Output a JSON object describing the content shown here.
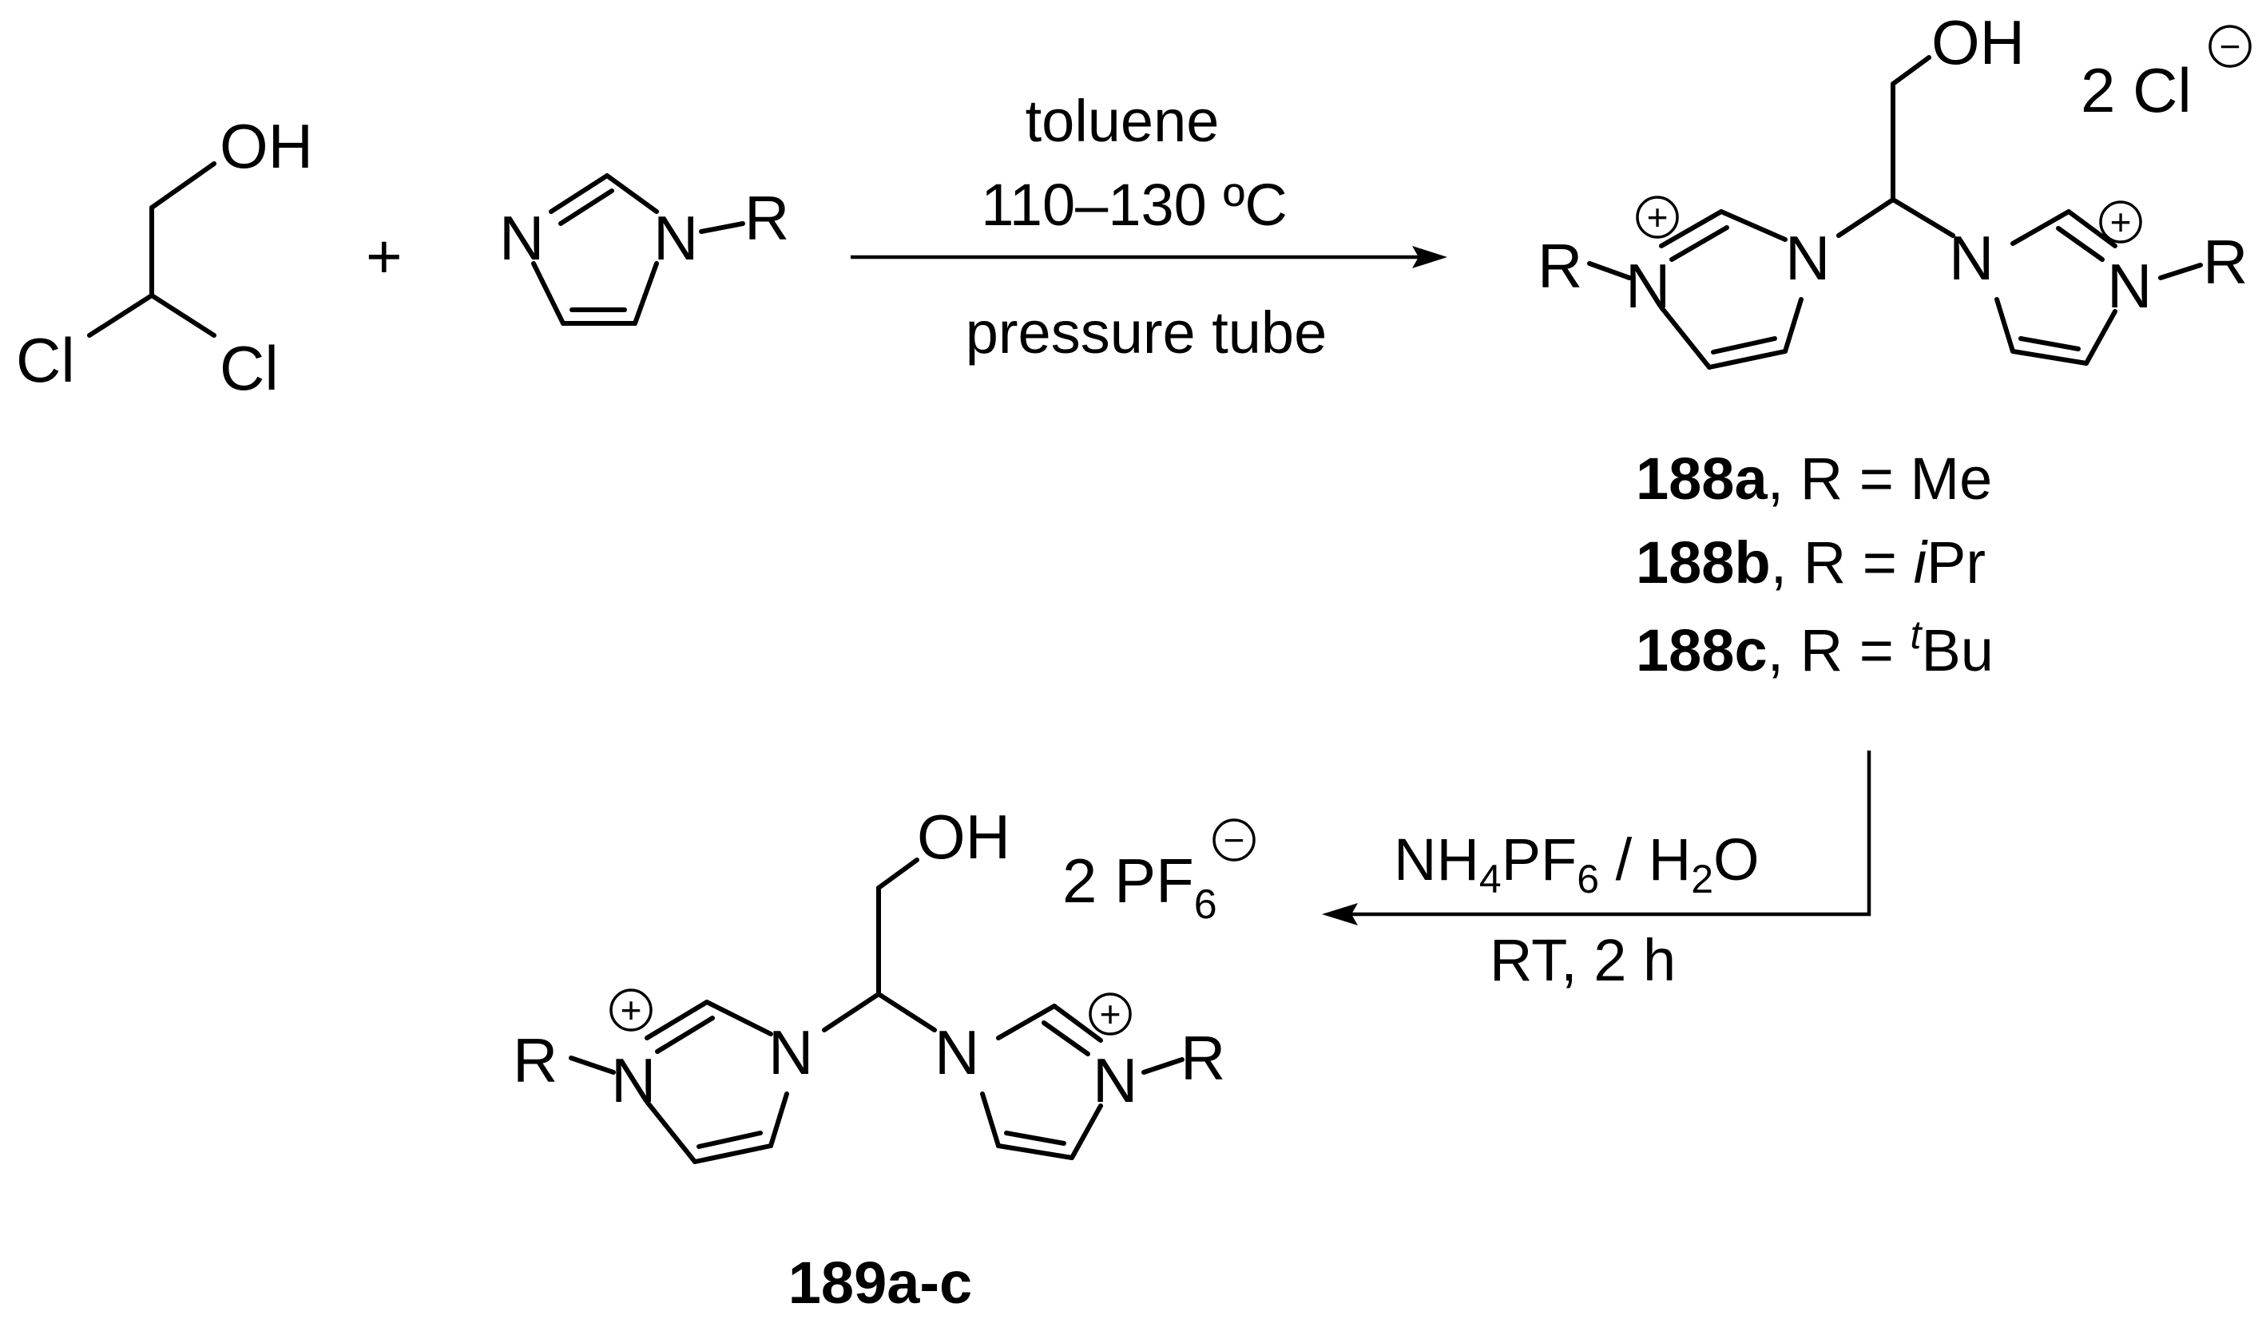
{
  "reactants": {
    "dichloroethanol": {
      "oh": "OH",
      "cl_left": "Cl",
      "cl_right": "Cl"
    },
    "plus": "+",
    "imidazole": {
      "n_left": "N",
      "n_right": "N",
      "r": "R"
    }
  },
  "step1": {
    "solvent": "toluene",
    "temperature": "110–130 ºC",
    "vessel": "pressure tube"
  },
  "product1": {
    "oh": "OH",
    "counterion_count": "2",
    "counterion": "Cl",
    "charge_symbol": "−",
    "r_left": "R",
    "r_right": "R",
    "n1": "N",
    "n2": "N",
    "n3": "N",
    "n4": "N",
    "labels": [
      {
        "id": "188a",
        "eq": ", R = ",
        "pre": "",
        "sup": "",
        "italic": "",
        "rest": "Me"
      },
      {
        "id": "188b",
        "eq": ", R = ",
        "pre": "",
        "sup": "",
        "italic": "i",
        "rest": "Pr"
      },
      {
        "id": "188c",
        "eq": ", R = ",
        "pre": "",
        "sup": "t",
        "italic": "",
        "rest": "Bu"
      }
    ]
  },
  "step2": {
    "reagent_nh": "NH",
    "reagent_sub1": "4",
    "reagent_pf": "PF",
    "reagent_sub2": "6",
    "reagent_sep": " / H",
    "reagent_sub3": "2",
    "reagent_o": "O",
    "conditions": "RT, 2 h"
  },
  "product2": {
    "oh": "OH",
    "counterion_count": "2",
    "counterion": "PF",
    "counterion_sub": "6",
    "charge_symbol": "−",
    "r_left": "R",
    "r_right": "R",
    "n1": "N",
    "n2": "N",
    "n3": "N",
    "n4": "N",
    "label": "189a-c"
  },
  "charge_plus": "+"
}
